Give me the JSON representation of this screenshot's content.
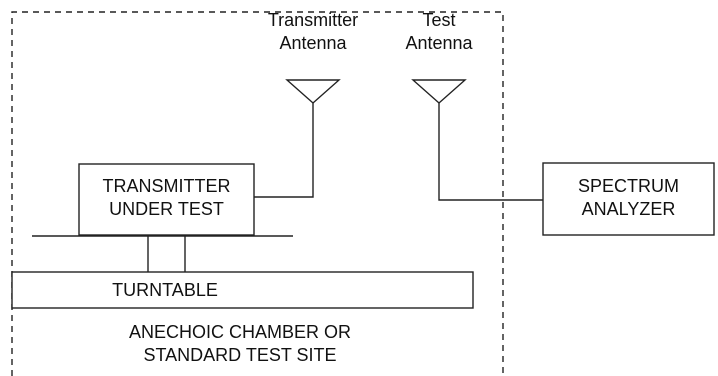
{
  "transmitter_antenna": {
    "line1": "Transmitter",
    "line2": "Antenna"
  },
  "test_antenna": {
    "line1": "Test",
    "line2": "Antenna"
  },
  "transmitter_box": {
    "line1": "TRANSMITTER",
    "line2": "UNDER TEST"
  },
  "spectrum_analyzer": {
    "line1": "SPECTRUM",
    "line2": "ANALYZER"
  },
  "turntable": {
    "label": "TURNTABLE"
  },
  "chamber": {
    "line1": "ANECHOIC CHAMBER OR",
    "line2": "STANDARD TEST SITE"
  }
}
